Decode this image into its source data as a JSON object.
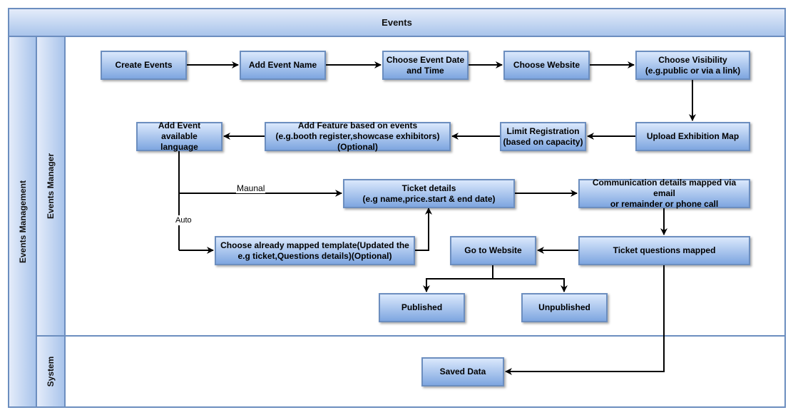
{
  "pool": {
    "header": "Events",
    "side_label": "Events Management"
  },
  "lanes": {
    "manager": "Events Manager",
    "system": "System"
  },
  "nodes": {
    "create_events": "Create Events",
    "add_event_name": "Add Event Name",
    "choose_date_time": "Choose Event Date\nand Time",
    "choose_website": "Choose Website",
    "choose_visibility": "Choose Visibility\n(e.g.public or via a link)",
    "upload_map": "Upload Exhibition Map",
    "limit_registration": "Limit Registration\n(based on capacity)",
    "add_feature": "Add Feature based on events\n(e.g.booth register,showcase exhibitors)\n(Optional)",
    "add_language": "Add Event available\nlanguage",
    "ticket_details": "Ticket details\n(e.g name,price.start & end date)",
    "communication": "Communication details mapped via email\nor remainder or phone call",
    "template": "Choose already mapped template(Updated the\ne.g ticket,Questions details)(Optional)",
    "go_to_website": "Go to Website",
    "ticket_questions": "Ticket questions mapped",
    "published": "Published",
    "unpublished": "Unpublished",
    "saved_data": "Saved Data"
  },
  "edge_labels": {
    "manual": "Maunal",
    "auto": "Auto"
  },
  "colors": {
    "border": "#6c8ebf",
    "fill_top": "#dae8fc",
    "fill_bottom": "#7ea6e0",
    "edge": "#000000"
  }
}
